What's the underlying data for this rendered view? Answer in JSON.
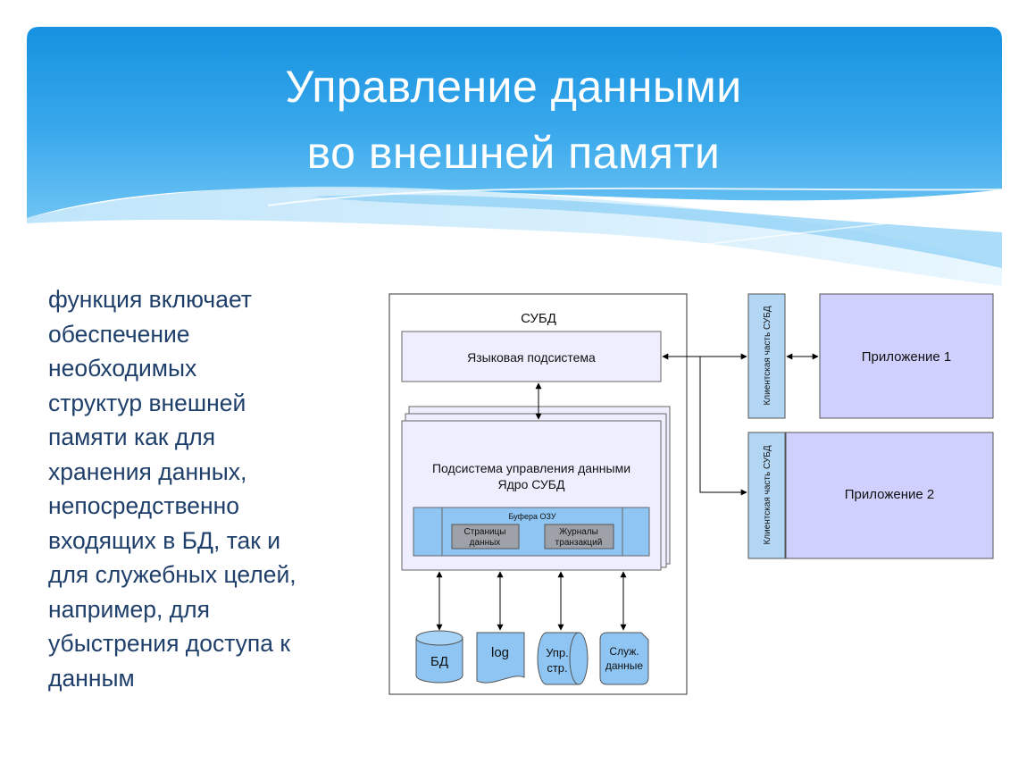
{
  "slide": {
    "title_lines": [
      "Управление данными",
      "во внешней памяти"
    ],
    "body_lines": [
      "функция включает",
      "обеспечение",
      "необходимых",
      "структур внешней",
      "памяти как для",
      "хранения данных,",
      "непосредственно",
      "входящих в БД, так и",
      "для служебных целей,",
      "например, для",
      "убыстрения доступа к",
      "данным"
    ]
  },
  "diagram": {
    "dbms_label": "СУБД",
    "language_subsystem": "Языковая подсистема",
    "data_subsystem_line1": "Подсистема управления данными",
    "data_subsystem_line2": "Ядро СУБД",
    "ram_buffers": "Буфера ОЗУ",
    "pages_line1": "Страницы",
    "pages_line2": "данных",
    "journals_line1": "Журналы",
    "journals_line2": "транзакций",
    "storage_db": "БД",
    "storage_log": "log",
    "storage_ctrl_line1": "Упр.",
    "storage_ctrl_line2": "стр.",
    "storage_service_line1": "Служ.",
    "storage_service_line2": "данные",
    "client_part": "Клиентская часть СУБД",
    "app1": "Приложение 1",
    "app2": "Приложение 2"
  },
  "colors": {
    "header_blue": "#3aa6ea",
    "box_lavender": "#eeeefe",
    "app_box": "#d0d0fe",
    "ram_blue": "#8ec5f3",
    "body_text": "#1f3f6b"
  }
}
